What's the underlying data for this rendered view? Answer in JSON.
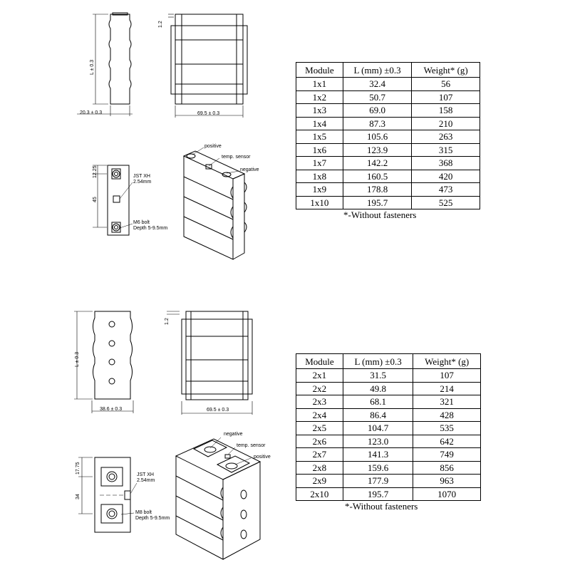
{
  "module_1": {
    "front_view": {
      "length_label": "L ± 0.3",
      "width_label": "20.3 ± 0.3"
    },
    "side_view": {
      "gap_label": "1.2",
      "width_label": "69.5 ± 0.3"
    },
    "terminal_view": {
      "dim_top": "12.25",
      "dim_mid": "45",
      "connector_label": "JST XH\n2.54mm",
      "bolt_label": "M6 bolt\nDepth 5-9.5mm"
    },
    "iso_view": {
      "positive_label": "positive",
      "sensor_label": "temp. sensor",
      "negative_label": "negative"
    },
    "table": {
      "headers": [
        "Module",
        "L (mm) ±0.3",
        "Weight* (g)"
      ],
      "rows": [
        [
          "1x1",
          "32.4",
          "56"
        ],
        [
          "1x2",
          "50.7",
          "107"
        ],
        [
          "1x3",
          "69.0",
          "158"
        ],
        [
          "1x4",
          "87.3",
          "210"
        ],
        [
          "1x5",
          "105.6",
          "263"
        ],
        [
          "1x6",
          "123.9",
          "315"
        ],
        [
          "1x7",
          "142.2",
          "368"
        ],
        [
          "1x8",
          "160.5",
          "420"
        ],
        [
          "1x9",
          "178.8",
          "473"
        ],
        [
          "1x10",
          "195.7",
          "525"
        ]
      ],
      "footnote": "*-Without fasteners"
    }
  },
  "module_2": {
    "front_view": {
      "length_label": "L ± 0.3",
      "width_label": "38.6 ± 0.3"
    },
    "side_view": {
      "gap_label": "1.2",
      "width_label": "69.5 ± 0.3"
    },
    "terminal_view": {
      "dim_top": "17.75",
      "dim_mid": "34",
      "connector_label": "JST XH\n2.54mm",
      "bolt_label": "M8 bolt\nDepth 5-9.5mm"
    },
    "iso_view": {
      "negative_label": "negative",
      "sensor_label": "temp. sensor",
      "positive_label": "positive"
    },
    "table": {
      "headers": [
        "Module",
        "L (mm) ±0.3",
        "Weight* (g)"
      ],
      "rows": [
        [
          "2x1",
          "31.5",
          "107"
        ],
        [
          "2x2",
          "49.8",
          "214"
        ],
        [
          "2x3",
          "68.1",
          "321"
        ],
        [
          "2x4",
          "86.4",
          "428"
        ],
        [
          "2x5",
          "104.7",
          "535"
        ],
        [
          "2x6",
          "123.0",
          "642"
        ],
        [
          "2x7",
          "141.3",
          "749"
        ],
        [
          "2x8",
          "159.6",
          "856"
        ],
        [
          "2x9",
          "177.9",
          "963"
        ],
        [
          "2x10",
          "195.7",
          "1070"
        ]
      ],
      "footnote": "*-Without fasteners"
    }
  }
}
